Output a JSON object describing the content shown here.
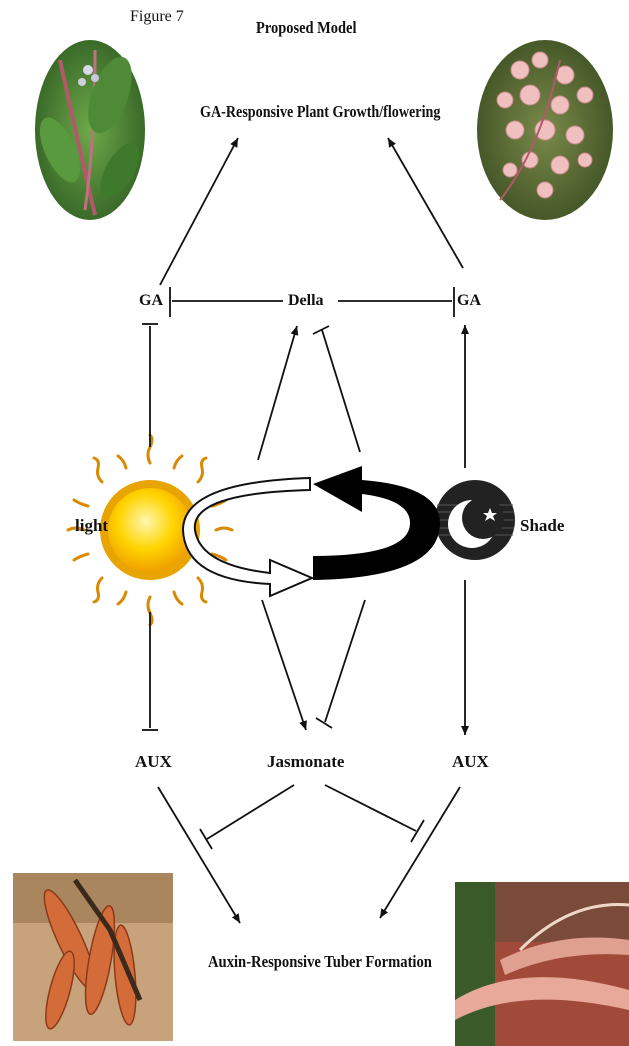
{
  "figure_label": "Figure 7",
  "title": "Proposed Model",
  "top_outcome": "GA-Responsive Plant Growth/flowering",
  "bottom_outcome": "Auxin-Responsive Tuber Formation",
  "nodes": {
    "ga_left": "GA",
    "della": "Della",
    "ga_right": "GA",
    "light": "light",
    "shade": "Shade",
    "aux_left": "AUX",
    "jasmonate": "Jasmonate",
    "aux_right": "AUX"
  },
  "images": {
    "top_left": "leafy-stem-photo",
    "top_right": "flower-cluster-photo",
    "bottom_left": "harvested-tubers-photo",
    "bottom_right": "root-tuber-closeup-photo",
    "light_symbol": "sun-icon",
    "shade_symbol": "crescent-moon-star-icon"
  },
  "colors": {
    "line": "#111111",
    "sun": "#f5c400",
    "sun_rays": "#d98a00"
  }
}
